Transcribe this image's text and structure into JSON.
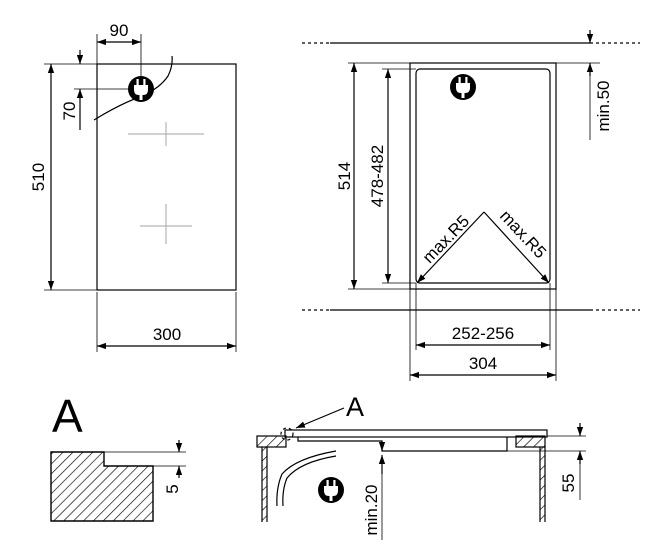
{
  "top_view": {
    "width_label": "300",
    "height_label": "510",
    "socket_x_label": "90",
    "socket_y_label": "70"
  },
  "cutout_view": {
    "height_label": "514",
    "inner_height_label": "478-482",
    "clearance_label": "min.50",
    "radius_left_label": "max.R5",
    "radius_right_label": "max.R5",
    "inner_width_label": "252-256",
    "outer_width_label": "304"
  },
  "detail_view": {
    "letter": "A",
    "step_label": "5"
  },
  "section_view": {
    "letter": "A",
    "thickness_label": "55",
    "clearance_label": "min.20"
  },
  "icons": [
    "plug-icon"
  ]
}
